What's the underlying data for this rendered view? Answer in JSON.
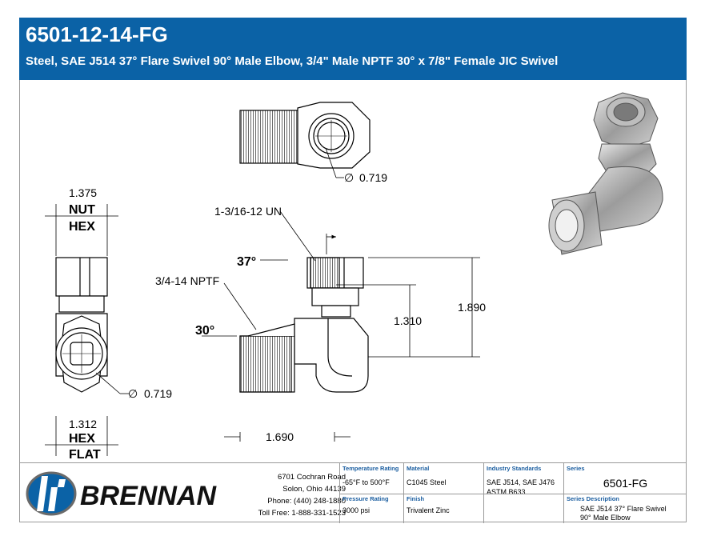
{
  "header": {
    "part_number": "6501-12-14-FG",
    "description": "Steel, SAE J514 37° Flare Swivel 90° Male Elbow, 3/4\" Male NPTF 30° x 7/8\" Female JIC Swivel"
  },
  "drawing": {
    "top_view_diameter": "0.719",
    "nut_hex_size": "1.375",
    "nut_hex_label_1": "NUT",
    "nut_hex_label_2": "HEX",
    "side_diameter": "0.719",
    "hex_flat_size": "1.312",
    "hex_flat_label_1": "HEX",
    "hex_flat_label_2": "FLAT",
    "thread_jic": "1-3/16-12 UN",
    "angle_jic": "37°",
    "thread_npt": "3/4-14 NPTF",
    "angle_npt": "30°",
    "dim_height_inner": "1.310",
    "dim_height_outer": "1.890",
    "dim_length": "1.690",
    "diameter_symbol": "∅"
  },
  "footer": {
    "brand": "BRENNAN",
    "address_lines": [
      "6701 Cochran Road",
      "Solon, Ohio 44139",
      "Phone: (440) 248-1880",
      "Toll Free: 1-888-331-1523"
    ],
    "temperature_rating_label": "Temperature Rating",
    "temperature_rating": "-65°F to 500°F",
    "pressure_rating_label": "Pressure Rating",
    "pressure_rating": "3000 psi",
    "material_label": "Material",
    "material": "C1045 Steel",
    "finish_label": "Finish",
    "finish": "Trivalent Zinc",
    "industry_standards_label": "Industry Standards",
    "industry_standards_1": "SAE J514, SAE J476",
    "industry_standards_2": "ASTM B633",
    "series_label": "Series",
    "series": "6501-FG",
    "series_description_label": "Series Description",
    "series_description_1": "SAE J514 37° Flare Swivel",
    "series_description_2": "90° Male Elbow"
  },
  "colors": {
    "header_bg": "#0b62a6",
    "label_blue": "#1b5ea0"
  }
}
